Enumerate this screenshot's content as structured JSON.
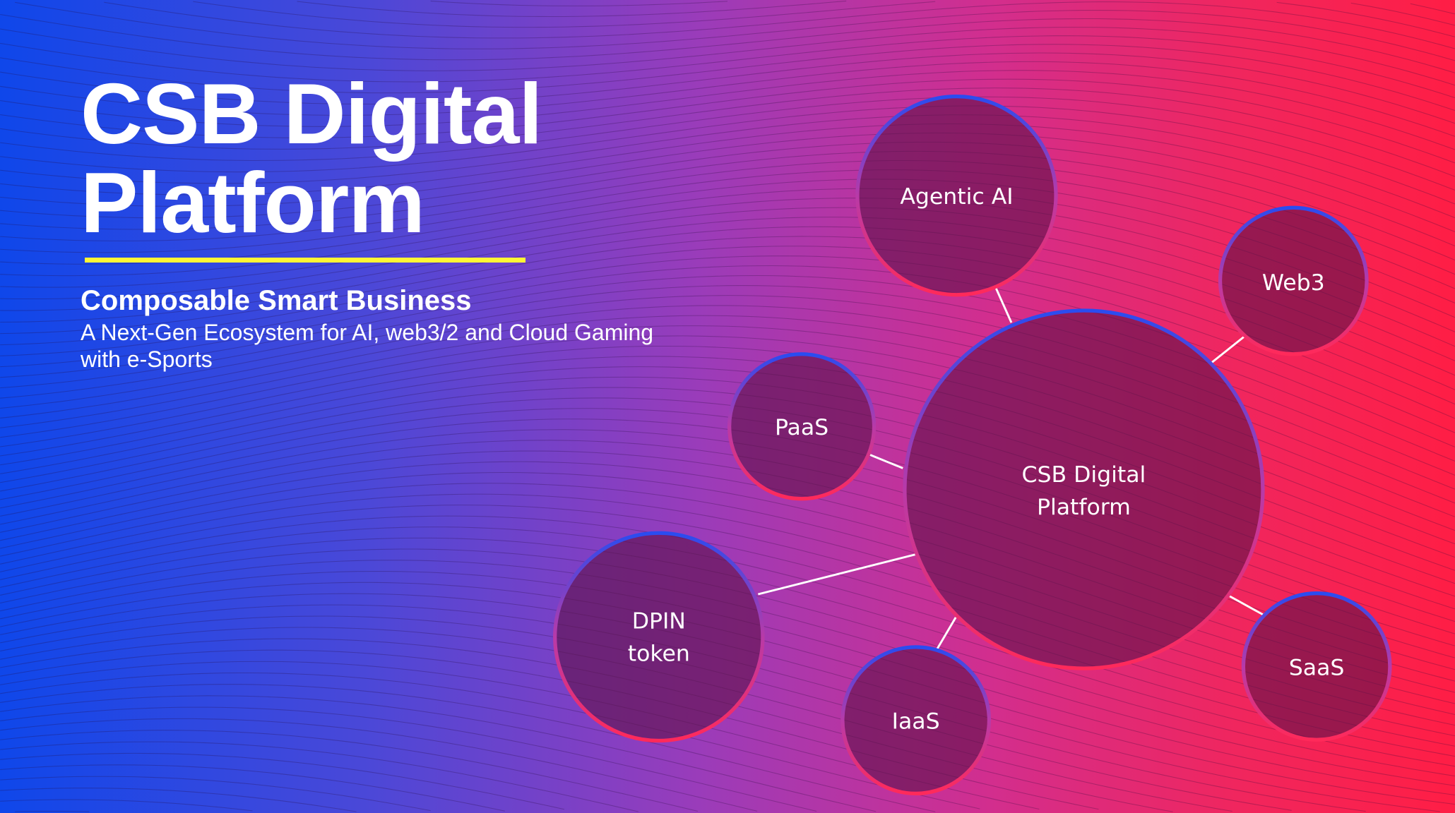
{
  "title": {
    "line1": "CSB Digital",
    "line2": "Platform"
  },
  "subtitle": "Composable Smart Business",
  "description": {
    "line1": "A Next-Gen Ecosystem for AI, web3/2 and Cloud Gaming",
    "line2": "with e-Sports"
  },
  "colors": {
    "accent_bar": "#fff535",
    "bg_left": "#0f47ea",
    "bg_right": "#ff1e45",
    "ring_top": "#2a4cf0",
    "ring_bottom": "#ff2a5a"
  },
  "diagram": {
    "center": {
      "line1": "CSB Digital",
      "line2": "Platform"
    },
    "nodes": [
      {
        "label": "Agentic AI"
      },
      {
        "label": "Web3"
      },
      {
        "label": "PaaS"
      },
      {
        "line1": "DPIN",
        "line2": "token"
      },
      {
        "label": "IaaS"
      },
      {
        "label": "SaaS"
      }
    ]
  }
}
